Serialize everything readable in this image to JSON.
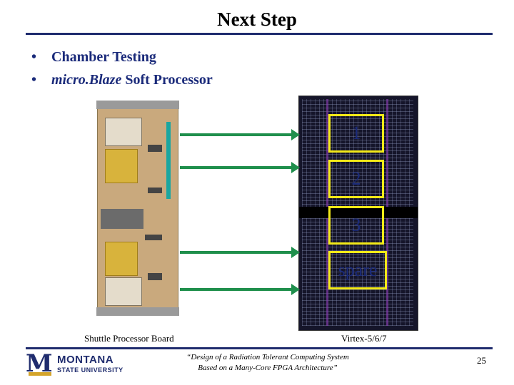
{
  "slide": {
    "title": "Next Step",
    "bullets": [
      {
        "marker": "•",
        "text": "Chamber Testing"
      },
      {
        "marker": "•",
        "emph": "micro.Blaze",
        "text": " Soft Processor"
      }
    ],
    "regions": [
      "1",
      "2",
      "3",
      "spare"
    ],
    "captions": {
      "board": "Shuttle Processor Board",
      "fpga": "Virtex-5/6/7"
    },
    "footer": {
      "logo_line1": "MONTANA",
      "logo_line2": "STATE UNIVERSITY",
      "logo_mark": "M",
      "quote_line1": "“Design of a Radiation Tolerant Computing System",
      "quote_line2": "Based on a Many-Core FPGA Architecture”",
      "page_number": "25"
    }
  },
  "colors": {
    "title_rule": "#1f2c6e",
    "bullet_text": "#1a2a7a",
    "region_border": "#f3ea18",
    "arrow": "#1f8f4c"
  },
  "icons": [
    "montana-state-logo-icon",
    "circuit-board-image",
    "fpga-floorplan-image"
  ]
}
